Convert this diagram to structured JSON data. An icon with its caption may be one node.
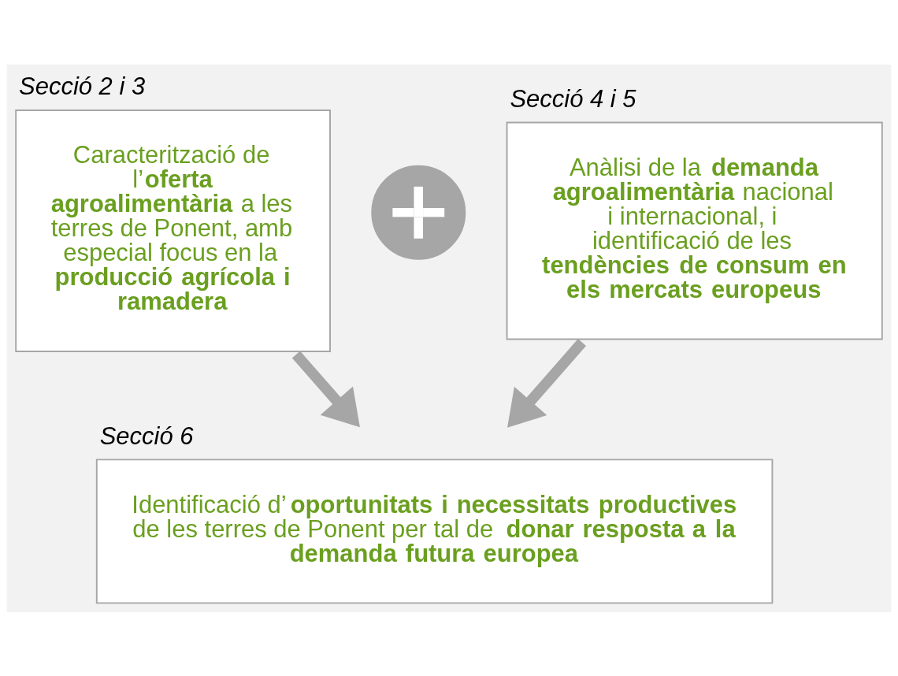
{
  "diagram": {
    "nodes": [
      {
        "text": [
          "Secció 2 i 3",
          "Caracterització de l’**oferta agroalimentària** a les terres de Ponent, amb especial focus en la **producció agrícola i ramadera**"
        ]
      },
      {
        "text": [],
        "shape": "circle"
      },
      {
        "text": [
          "Secció 4 i 5",
          "Anàlisi de la **demanda agroalimentària** nacional i internacional, i identificació de les **tendències de consum en els mercats europeus**"
        ]
      },
      {
        "text": [
          "Secció 6",
          "Identificació d’**oportunitats i necessitats productives** de les terres de Ponent per tal de **donar resposta a la demanda futura europea**"
        ]
      }
    ],
    "edges": [
      {
        "from": 0,
        "to": 3,
        "arrow": "to"
      },
      {
        "from": 2,
        "to": 3,
        "arrow": "to"
      }
    ]
  }
}
